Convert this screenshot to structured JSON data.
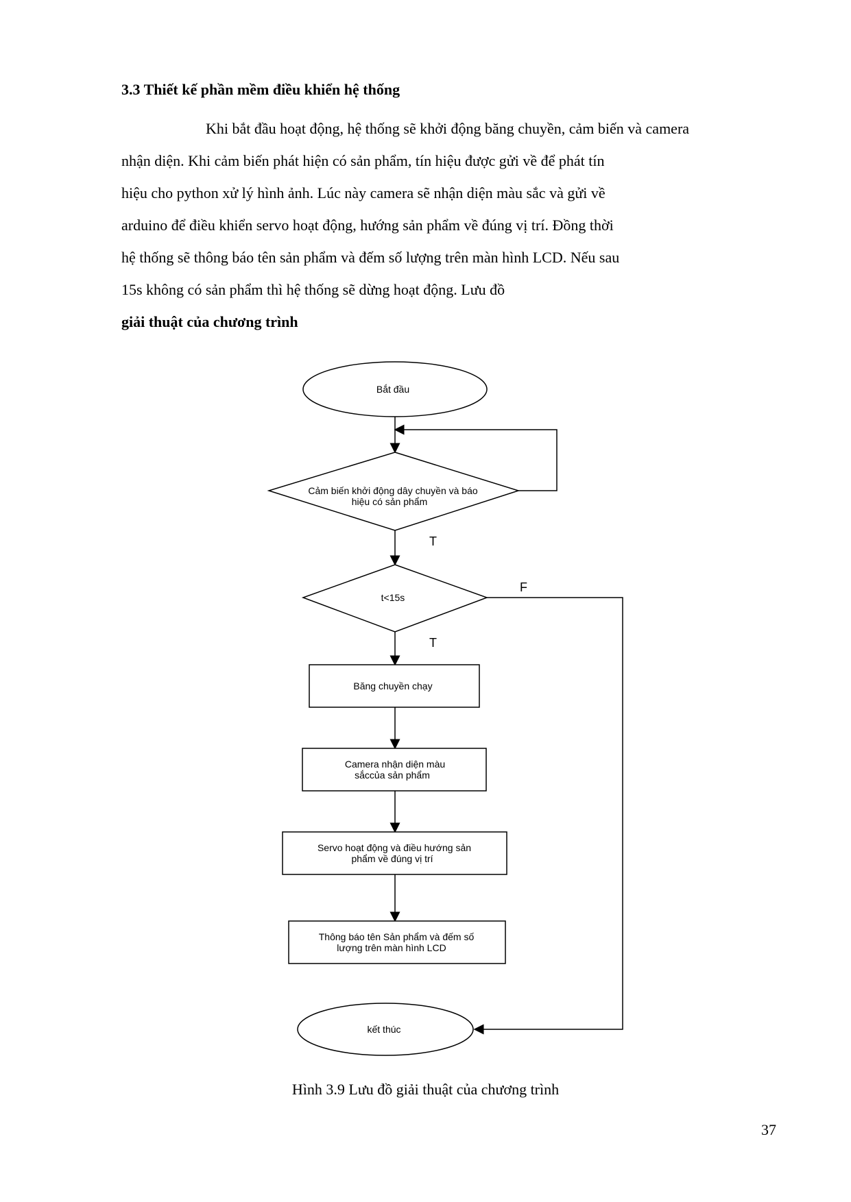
{
  "heading": "3.3 Thiết kế phần mềm điều khiển hệ thống",
  "paragraph_lines": [
    "Khi bắt đầu hoạt động, hệ thống sẽ khởi động băng chuyền, cảm biến và camera",
    "nhận diện. Khi cảm biến phát hiện có sản phẩm, tín hiệu được gửi về để phát tín",
    "hiệu cho python xử lý hình ảnh. Lúc này camera sẽ nhận diện màu sắc và gửi về",
    "arduino để điều khiển servo hoạt động, hướng sản phẩm về đúng vị trí. Đồng thời",
    "hệ thống sẽ thông báo tên sản phẩm và đếm số lượng trên màn hình LCD. Nếu sau",
    "15s không có sản phẩm thì hệ thống sẽ dừng hoạt động. Lưu đồ",
    "giải thuật của chương trình"
  ],
  "paragraph_last_bold": "giải thuật của chương trình",
  "flowchart": {
    "start": "Bắt đầu",
    "sensor_decision": [
      "Cảm biến khởi động dây chuyền và báo",
      "hiệu có sản phẩm"
    ],
    "label_true_1": "T",
    "timer_decision": "t<15s",
    "label_false": "F",
    "label_true_2": "T",
    "conveyor": "Băng chuyền chạy",
    "camera": [
      "Camera nhận diện màu",
      "sắccủa sản phẩm"
    ],
    "servo": [
      "Servo hoạt động và điều hướng sản",
      "phẩm về đúng vị trí"
    ],
    "notify": [
      "Thông báo tên Sản phẩm và đếm số",
      "lượng trên màn hình LCD"
    ],
    "end": "kết thúc"
  },
  "caption": "Hình 3.9 Lưu đồ giải thuật của chương trình",
  "page_number": "37"
}
